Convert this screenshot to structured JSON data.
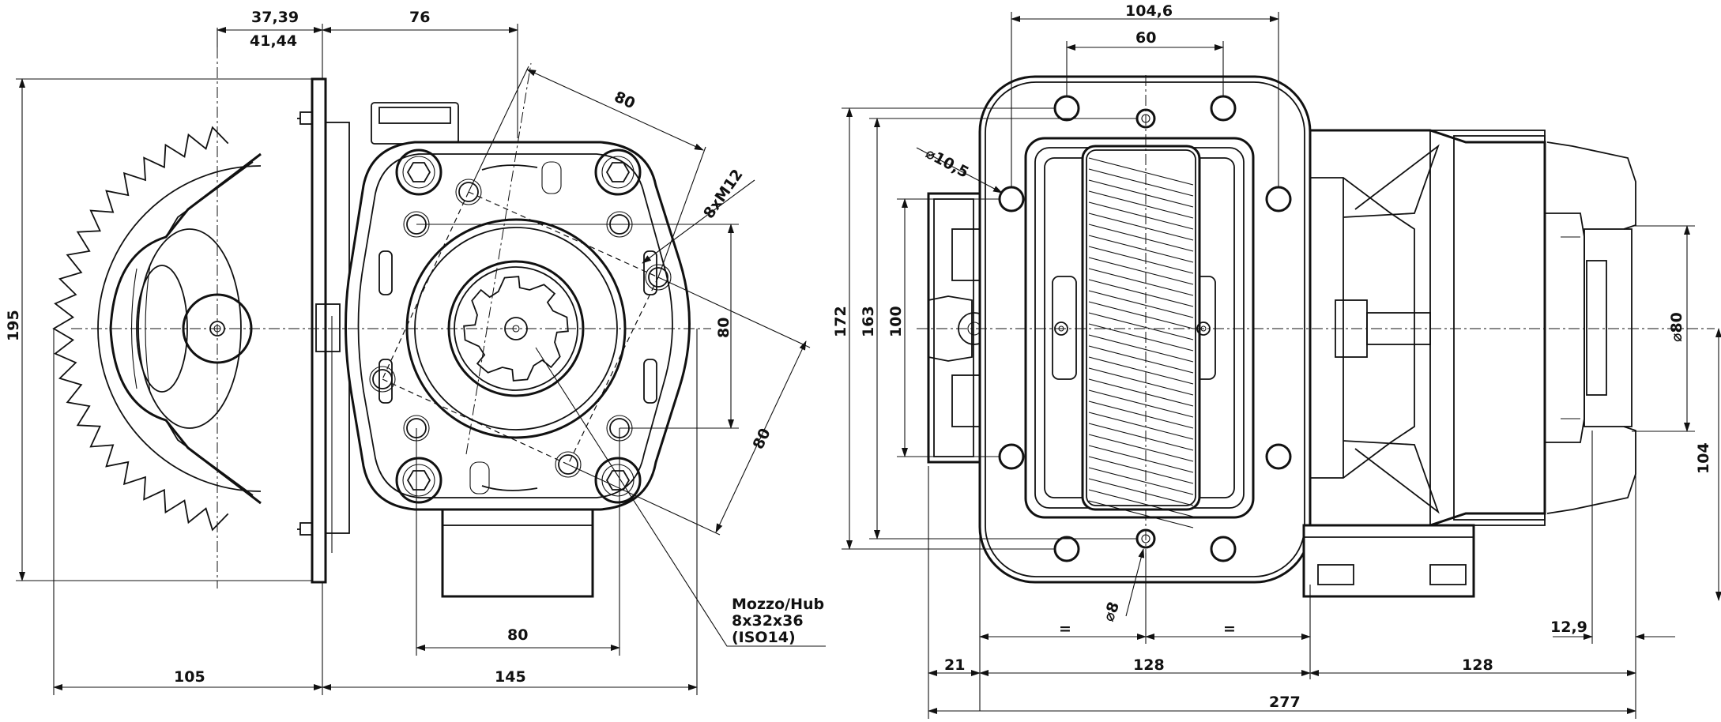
{
  "dimensions": {
    "d_37_39": "37,39",
    "d_41_44": "41,44",
    "d_76": "76",
    "d_80_diag": "80",
    "thread_8xM12": "8xM12",
    "d_80_vertical": "80",
    "d_80_right_diag": "80",
    "d_195": "195",
    "d_80_bottom": "80",
    "d_105": "105",
    "d_145": "145",
    "d_104_6": "104,6",
    "d_60": "60",
    "dia_10_5": "⌀10,5",
    "d_172": "172",
    "d_163": "163",
    "d_100": "100",
    "dia_80": "⌀80",
    "d_104": "104",
    "dia_8": "⌀8",
    "eq_left": "=",
    "eq_right": "=",
    "d_12_9": "12,9",
    "d_21": "21",
    "d_128_mid": "128",
    "d_128_right": "128",
    "d_277": "277"
  },
  "hub_note": {
    "line1": "Mozzo/Hub",
    "line2": "8x32x36",
    "line3": "(ISO14)"
  },
  "colors": {
    "ink": "#111111",
    "paper": "#ffffff"
  }
}
